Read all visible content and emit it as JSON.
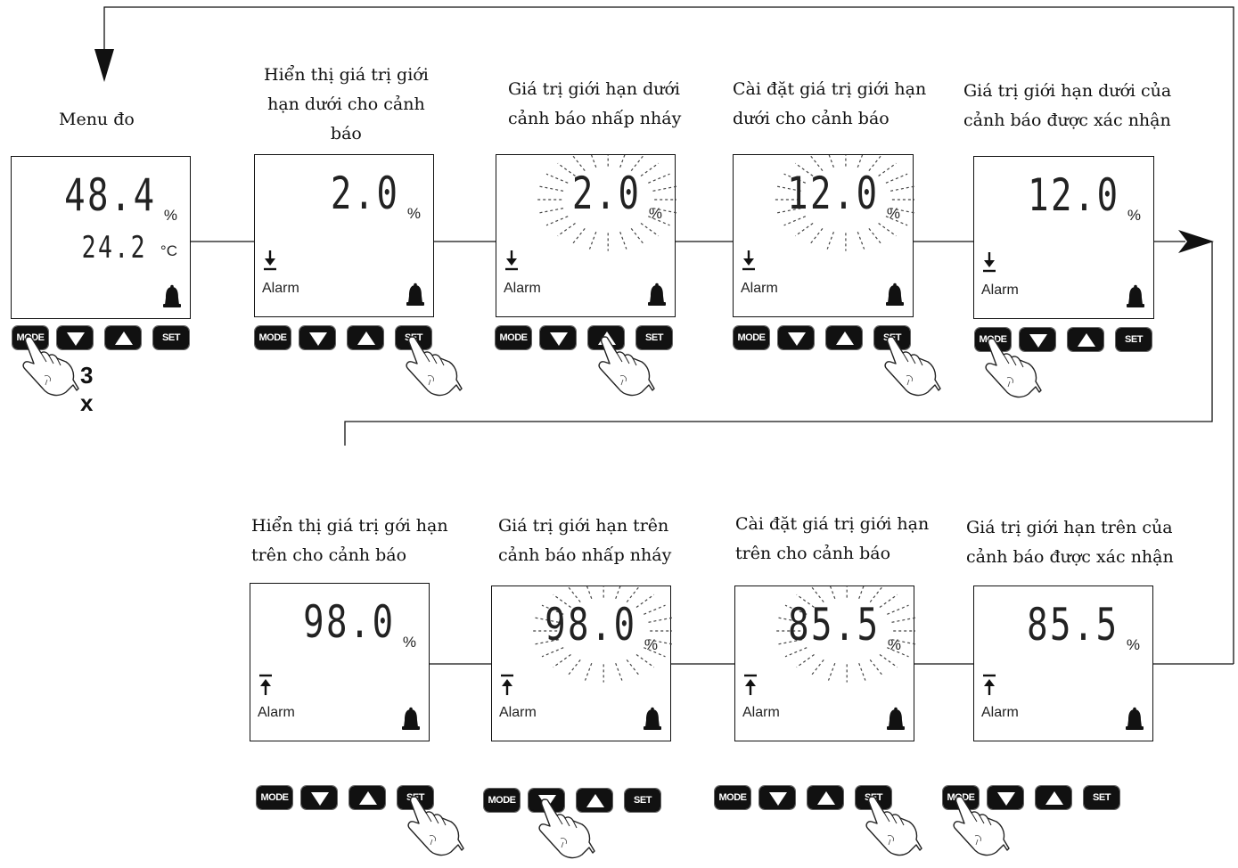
{
  "steps_top": [
    {
      "caption": [
        "Menu đo"
      ],
      "values": [
        "48.4",
        "24.2"
      ],
      "units": [
        "%",
        "°C"
      ],
      "alarm": false,
      "blinking": false,
      "pressed": "mode",
      "press_count": "3 x"
    },
    {
      "caption": [
        "Hiển thị giá trị giới",
        "hạn dưới cho cảnh",
        "báo"
      ],
      "values": [
        "2.0"
      ],
      "units": [
        "%"
      ],
      "alarm": true,
      "limit": "low",
      "alarm_label": "Alarm",
      "blinking": false,
      "pressed": "set"
    },
    {
      "caption": [
        "Giá trị giới hạn dưới",
        "cảnh báo nhấp nháy"
      ],
      "values": [
        "2.0"
      ],
      "units": [
        "%"
      ],
      "alarm": true,
      "limit": "low",
      "alarm_label": "Alarm",
      "blinking": true,
      "pressed": "up"
    },
    {
      "caption": [
        "Cài đặt giá trị giới hạn",
        "dưới cho cảnh báo"
      ],
      "values": [
        "12.0"
      ],
      "units": [
        "%"
      ],
      "alarm": true,
      "limit": "low",
      "alarm_label": "Alarm",
      "blinking": true,
      "pressed": "set"
    },
    {
      "caption": [
        "Giá trị giới hạn dưới của",
        "cảnh báo được xác nhận"
      ],
      "values": [
        "12.0"
      ],
      "units": [
        "%"
      ],
      "alarm": true,
      "limit": "low",
      "alarm_label": "Alarm",
      "blinking": false,
      "pressed": "mode"
    }
  ],
  "steps_bottom": [
    {
      "caption": [
        "Hiển thị giá trị gới hạn",
        "trên cho cảnh báo"
      ],
      "values": [
        "98.0"
      ],
      "units": [
        "%"
      ],
      "alarm": true,
      "limit": "high",
      "alarm_label": "Alarm",
      "blinking": false,
      "pressed": "set"
    },
    {
      "caption": [
        "Giá trị giới hạn trên",
        "cảnh báo nhấp nháy"
      ],
      "values": [
        "98.0"
      ],
      "units": [
        "%"
      ],
      "alarm": true,
      "limit": "high",
      "alarm_label": "Alarm",
      "blinking": true,
      "pressed": "down"
    },
    {
      "caption": [
        "Cài đặt giá trị giới hạn",
        "trên cho cảnh báo"
      ],
      "values": [
        "85.5"
      ],
      "units": [
        "%"
      ],
      "alarm": true,
      "limit": "high",
      "alarm_label": "Alarm",
      "blinking": true,
      "pressed": "set"
    },
    {
      "caption": [
        "Giá trị giới hạn trên của",
        "cảnh báo được xác nhận"
      ],
      "values": [
        "85.5"
      ],
      "units": [
        "%"
      ],
      "alarm": true,
      "limit": "high",
      "alarm_label": "Alarm",
      "blinking": false,
      "pressed": "mode"
    }
  ],
  "buttons": {
    "mode": "MODE",
    "set": "SET"
  },
  "colors": {
    "ink": "#111111",
    "background": "#ffffff"
  }
}
